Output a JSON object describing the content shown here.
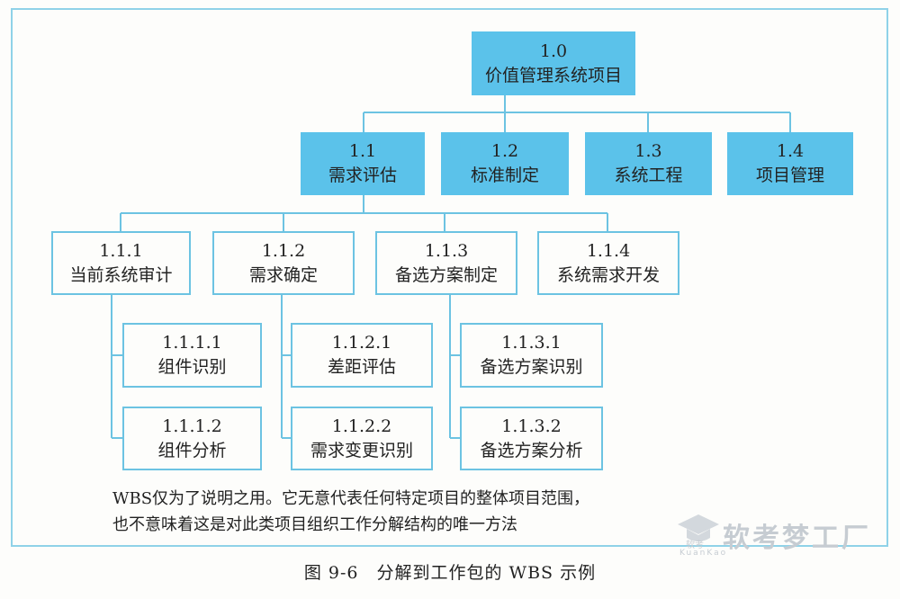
{
  "nodes": {
    "root": {
      "id": "1.0",
      "label": "价值管理系统项目"
    },
    "n1_1": {
      "id": "1.1",
      "label": "需求评估"
    },
    "n1_2": {
      "id": "1.2",
      "label": "标准制定"
    },
    "n1_3": {
      "id": "1.3",
      "label": "系统工程"
    },
    "n1_4": {
      "id": "1.4",
      "label": "项目管理"
    },
    "n1_1_1": {
      "id": "1.1.1",
      "label": "当前系统审计"
    },
    "n1_1_2": {
      "id": "1.1.2",
      "label": "需求确定"
    },
    "n1_1_3": {
      "id": "1.1.3",
      "label": "备选方案制定"
    },
    "n1_1_4": {
      "id": "1.1.4",
      "label": "系统需求开发"
    },
    "n1_1_1_1": {
      "id": "1.1.1.1",
      "label": "组件识别"
    },
    "n1_1_1_2": {
      "id": "1.1.1.2",
      "label": "组件分析"
    },
    "n1_1_2_1": {
      "id": "1.1.2.1",
      "label": "差距评估"
    },
    "n1_1_2_2": {
      "id": "1.1.2.2",
      "label": "需求变更识别"
    },
    "n1_1_3_1": {
      "id": "1.1.3.1",
      "label": "备选方案识别"
    },
    "n1_1_3_2": {
      "id": "1.1.3.2",
      "label": "备选方案分析"
    }
  },
  "note": {
    "line1": "WBS仅为了说明之用。它无意代表任何特定项目的整体项目范围，",
    "line2": "也不意味着这是对此类项目组织工作分解结构的唯一方法"
  },
  "caption": "图 9-6　分解到工作包的 WBS 示例",
  "watermark": {
    "text": "软考梦工厂",
    "logo_text": "软考",
    "sub": "KuanKao"
  },
  "colors": {
    "fill_blue": "#5bc2ea",
    "line_blue": "#6cc3e2",
    "frame": "#8fd2e8"
  }
}
